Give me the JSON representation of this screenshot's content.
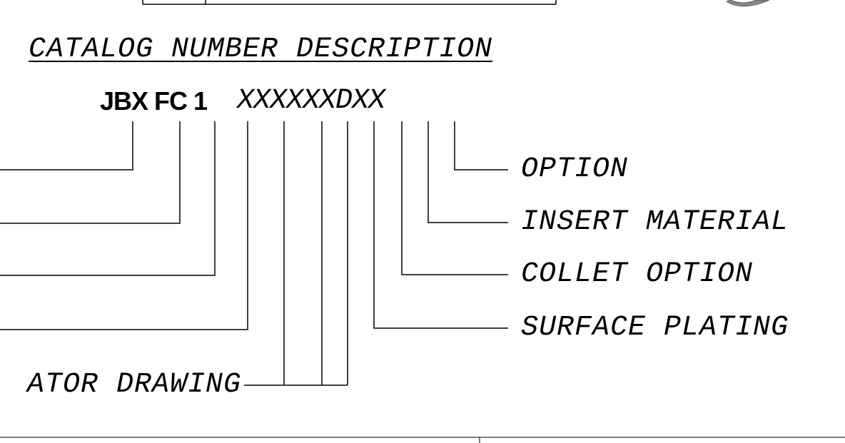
{
  "title": "CATALOG NUMBER DESCRIPTION",
  "catalog_code": {
    "prefix": "JBX FC 1",
    "suffix": "XXXXXXDXX"
  },
  "fields_right": {
    "option": "OPTION",
    "insert_material": "INSERT MATERIAL",
    "collet_option": "COLLET OPTION",
    "surface_plating": "SURFACE PLATING"
  },
  "fields_left": {
    "drawing": "ATOR DRAWING"
  }
}
